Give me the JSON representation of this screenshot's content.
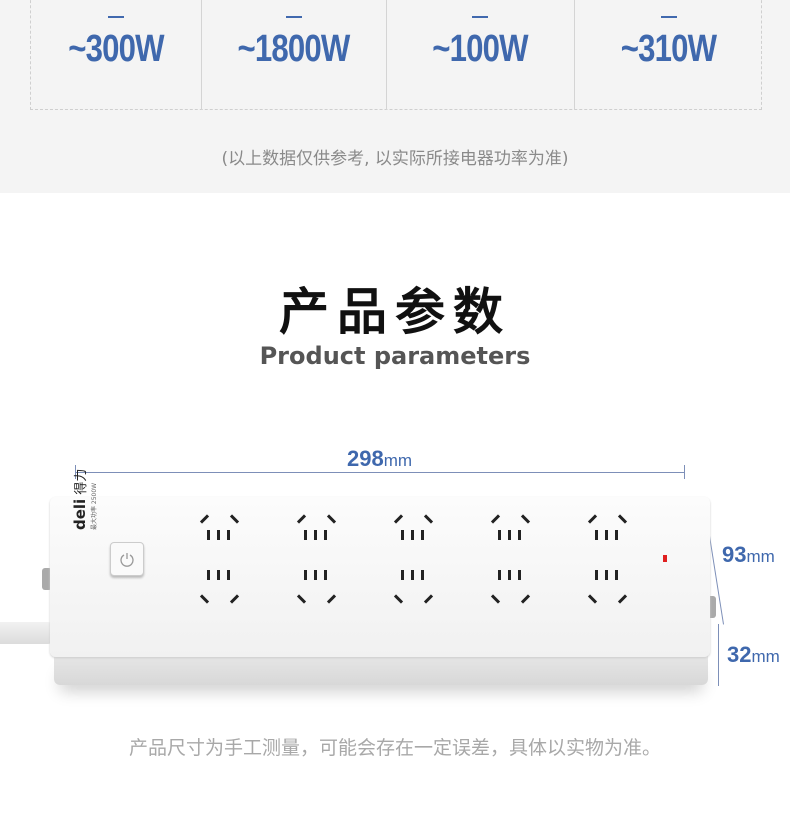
{
  "power_table": {
    "columns": [
      {
        "value": "~300W"
      },
      {
        "value": "~1800W"
      },
      {
        "value": "~100W"
      },
      {
        "value": "~310W"
      }
    ],
    "note": "(以上数据仅供参考, 以实际所接电器功率为准)"
  },
  "section": {
    "title": "产品参数",
    "subtitle": "Product parameters"
  },
  "dimensions": {
    "length": "298",
    "height": "93",
    "depth": "32",
    "unit": "mm"
  },
  "product": {
    "brand_logo": "deli 得力",
    "power_label": "最大功率 2500W",
    "socket_count": 10
  },
  "bottom_note": "产品尺寸为手工测量，可能会存在一定误差，具体以实物为准。",
  "colors": {
    "accent": "#3f68ad",
    "led": "#e02020"
  }
}
